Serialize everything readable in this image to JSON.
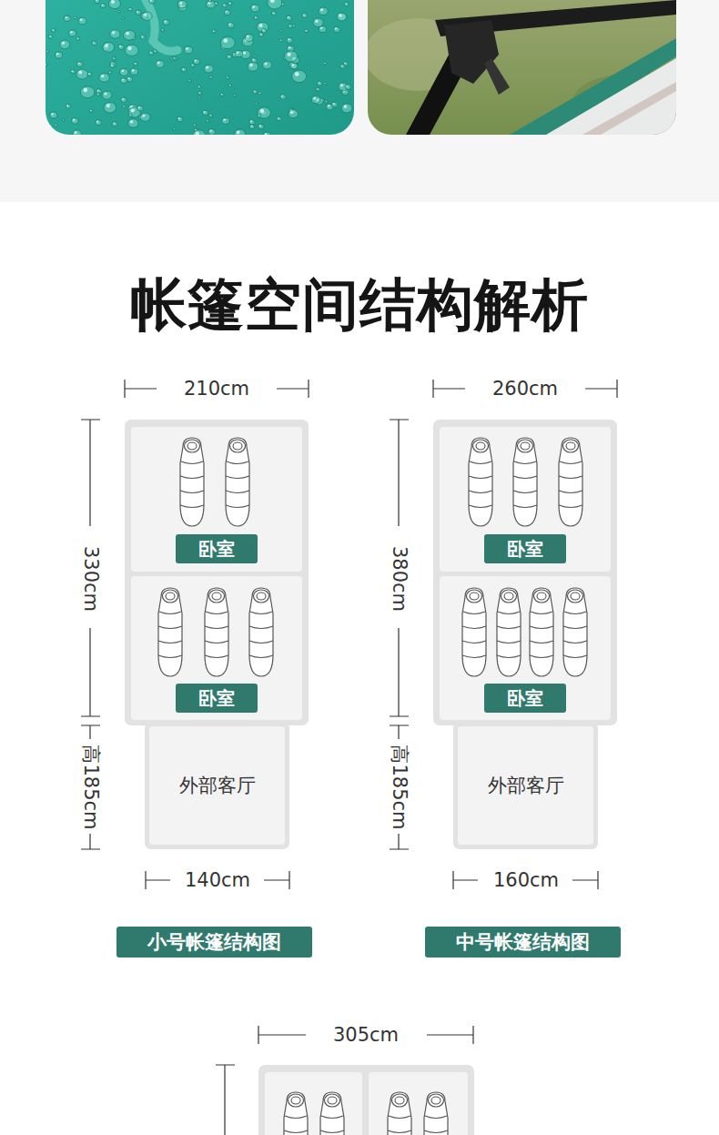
{
  "diagram": {
    "title": "帐篷空间结构解析",
    "nodes": [
      {
        "text": [
          "卧室"
        ]
      },
      {
        "text": [
          "卧室"
        ]
      },
      {
        "text": [
          "外部客厅"
        ]
      },
      {
        "text": [
          "卧室"
        ]
      },
      {
        "text": [
          "卧室"
        ]
      },
      {
        "text": [
          "外部客厅"
        ]
      },
      {
        "text": [
          "小号帐篷结构图"
        ]
      },
      {
        "text": [
          "中号帐篷结构图"
        ]
      }
    ],
    "labels": [
      "210cm",
      "330cm",
      "高185cm",
      "140cm",
      "260cm",
      "380cm",
      "高185cm",
      "160cm",
      "305cm"
    ]
  }
}
